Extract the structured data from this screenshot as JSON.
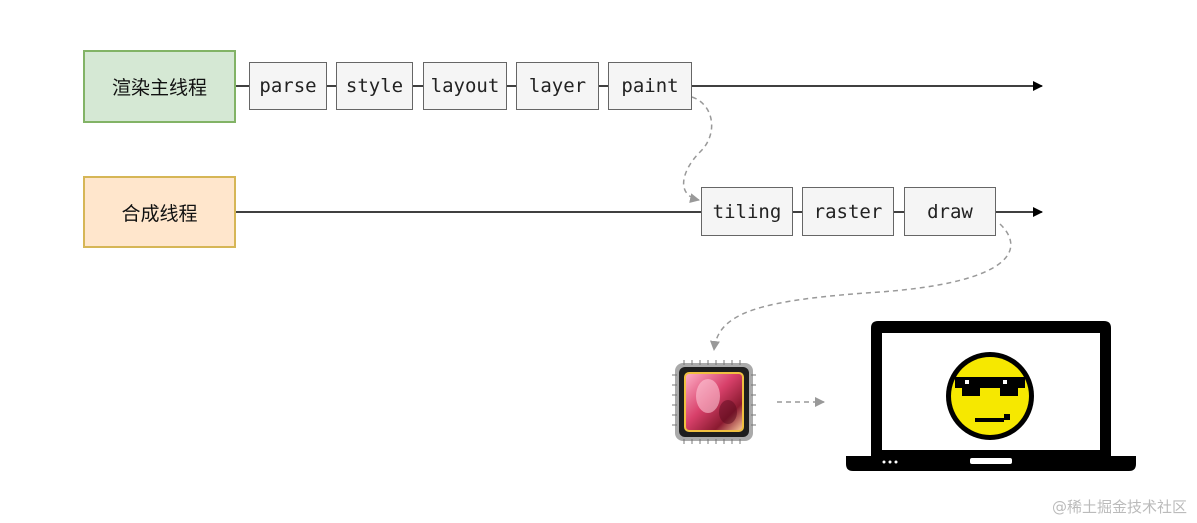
{
  "threads": {
    "main": {
      "label": "渲染主线程",
      "fill": "#d5e8d4",
      "stroke": "#82b366"
    },
    "compositor": {
      "label": "合成线程",
      "fill": "#ffe6cc",
      "stroke": "#d6b656"
    }
  },
  "main_steps": [
    "parse",
    "style",
    "layout",
    "layer",
    "paint"
  ],
  "compositor_steps": [
    "tiling",
    "raster",
    "draw"
  ],
  "icons": {
    "gpu": "gpu-chip-icon",
    "display": "laptop-icon",
    "face": "cool-smiley-icon"
  },
  "watermark": "@稀土掘金技术社区"
}
